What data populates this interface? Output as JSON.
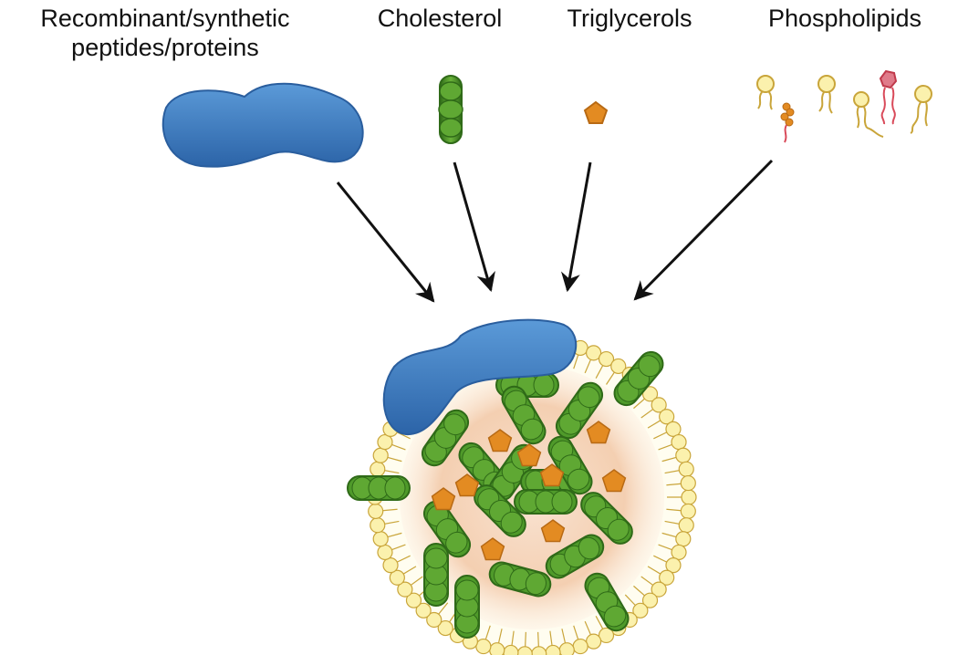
{
  "components": {
    "proteins": {
      "label_line1": "Recombinant/synthetic",
      "label_line2": "peptides/proteins"
    },
    "cholesterol": {
      "label": "Cholesterol"
    },
    "triglycerols": {
      "label": "Triglycerols"
    },
    "phospholipids": {
      "label": "Phospholipids"
    }
  },
  "colors": {
    "protein": "#3f7fc4",
    "protein_dark": "#2a5e9e",
    "cholesterol": "#4f9a2a",
    "cholesterol_dark": "#2f6a18",
    "triglycerol": "#e38b22",
    "phospholipid_head": "#fbf1ad",
    "phospholipid_edge": "#c9a53a",
    "charged_lipid": "#e07b8a",
    "core_glow": "#f3c9a6"
  }
}
